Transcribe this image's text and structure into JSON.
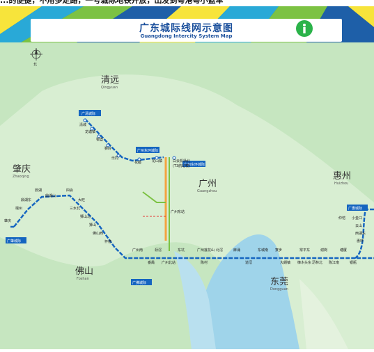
{
  "top_text": "...的便捷，不用多走路，一号城际地铁开放，出发到粤港粤小蓝车",
  "header": {
    "title_cn": "广东城际线网示意图",
    "title_en": "Guangdong Intercity System Map",
    "info_icon": "info-icon"
  },
  "compass": {
    "label": "北",
    "icon": "compass-icon"
  },
  "cities": {
    "qingyuan": {
      "cn": "清远",
      "en": "Qingyuan"
    },
    "zhaoqing": {
      "cn": "肇庆",
      "en": "Zhaoqing"
    },
    "guangzhou": {
      "cn": "广州",
      "en": "Guangzhou"
    },
    "huizhou": {
      "cn": "惠州",
      "en": "Huizhou"
    },
    "foshan": {
      "cn": "佛山",
      "en": "Foshan"
    },
    "dongguan": {
      "cn": "东莞",
      "en": "Dongguan"
    }
  },
  "line_tags": {
    "qingyuan_line": "广清城际",
    "guangzhou_ring_a": "广州东环城际",
    "guangzhou_ring_b": "广州东环城际",
    "zhaoqing_line": "广肇城际",
    "huizhou_line": "广惠城际",
    "foshan_line": "广佛城际"
  },
  "stations": {
    "qingyuan_line": [
      "清城",
      "龙塘镇",
      "银盏",
      "狮岭",
      "乐同",
      "花都",
      "花山镇",
      "白云机场北"
    ],
    "airport_note": "(T3航站楼)",
    "zhaoqing_line": [
      "鼎湖",
      "四会",
      "大旺",
      "三水北",
      "狮山北",
      "狮山",
      "佛山西",
      "怀德"
    ],
    "zhaoqing_west": [
      "肇庆",
      "端州",
      "鼎湖东",
      "鼎湖山"
    ],
    "south_line": [
      "广州南",
      "沥滘",
      "番禺",
      "广州北站",
      "东坑",
      "广州莲花山",
      "陈村",
      "北滘"
    ],
    "huizhou_line": [
      "小金口",
      "云山",
      "西湖东",
      "惠环",
      "陈江南",
      "沥林北",
      "银瓶",
      "樟木头东"
    ],
    "dongguan_line": [
      "麻涌",
      "道滘",
      "东城南",
      "寮步",
      "大朗镇",
      "常平东",
      "谢岗",
      "塘厦"
    ],
    "huizhou_branch": [
      "仲恺"
    ],
    "labels": [
      "广州东站"
    ]
  },
  "colors": {
    "land": "#c6e6c0",
    "land_light": "#e4f2de",
    "water": "#9fd4ea",
    "route": "#1565c0",
    "title": "#1a4f9c",
    "info": "#2bb34a"
  }
}
